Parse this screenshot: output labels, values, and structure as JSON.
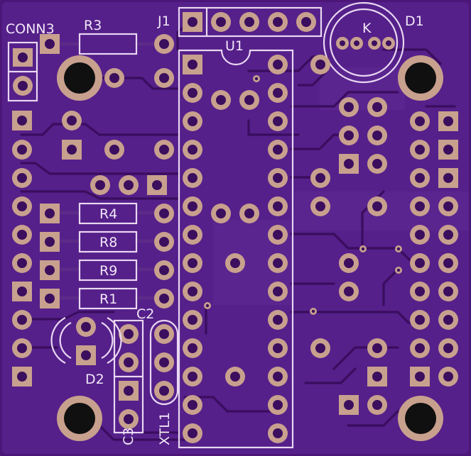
{
  "board": {
    "background": "#55208a",
    "copper_color": "#c8a08e",
    "silkscreen_color": "#f1e6f6"
  },
  "labels": {
    "conn3": "CONN3",
    "r3": "R3",
    "j1": "J1",
    "u1": "U1",
    "d1": "D1",
    "k": "K",
    "r4": "R4",
    "r8": "R8",
    "r9": "R9",
    "r1": "R1",
    "c2": "C2",
    "d2": "D2",
    "c3": "C3",
    "xtl1": "XTL1"
  }
}
